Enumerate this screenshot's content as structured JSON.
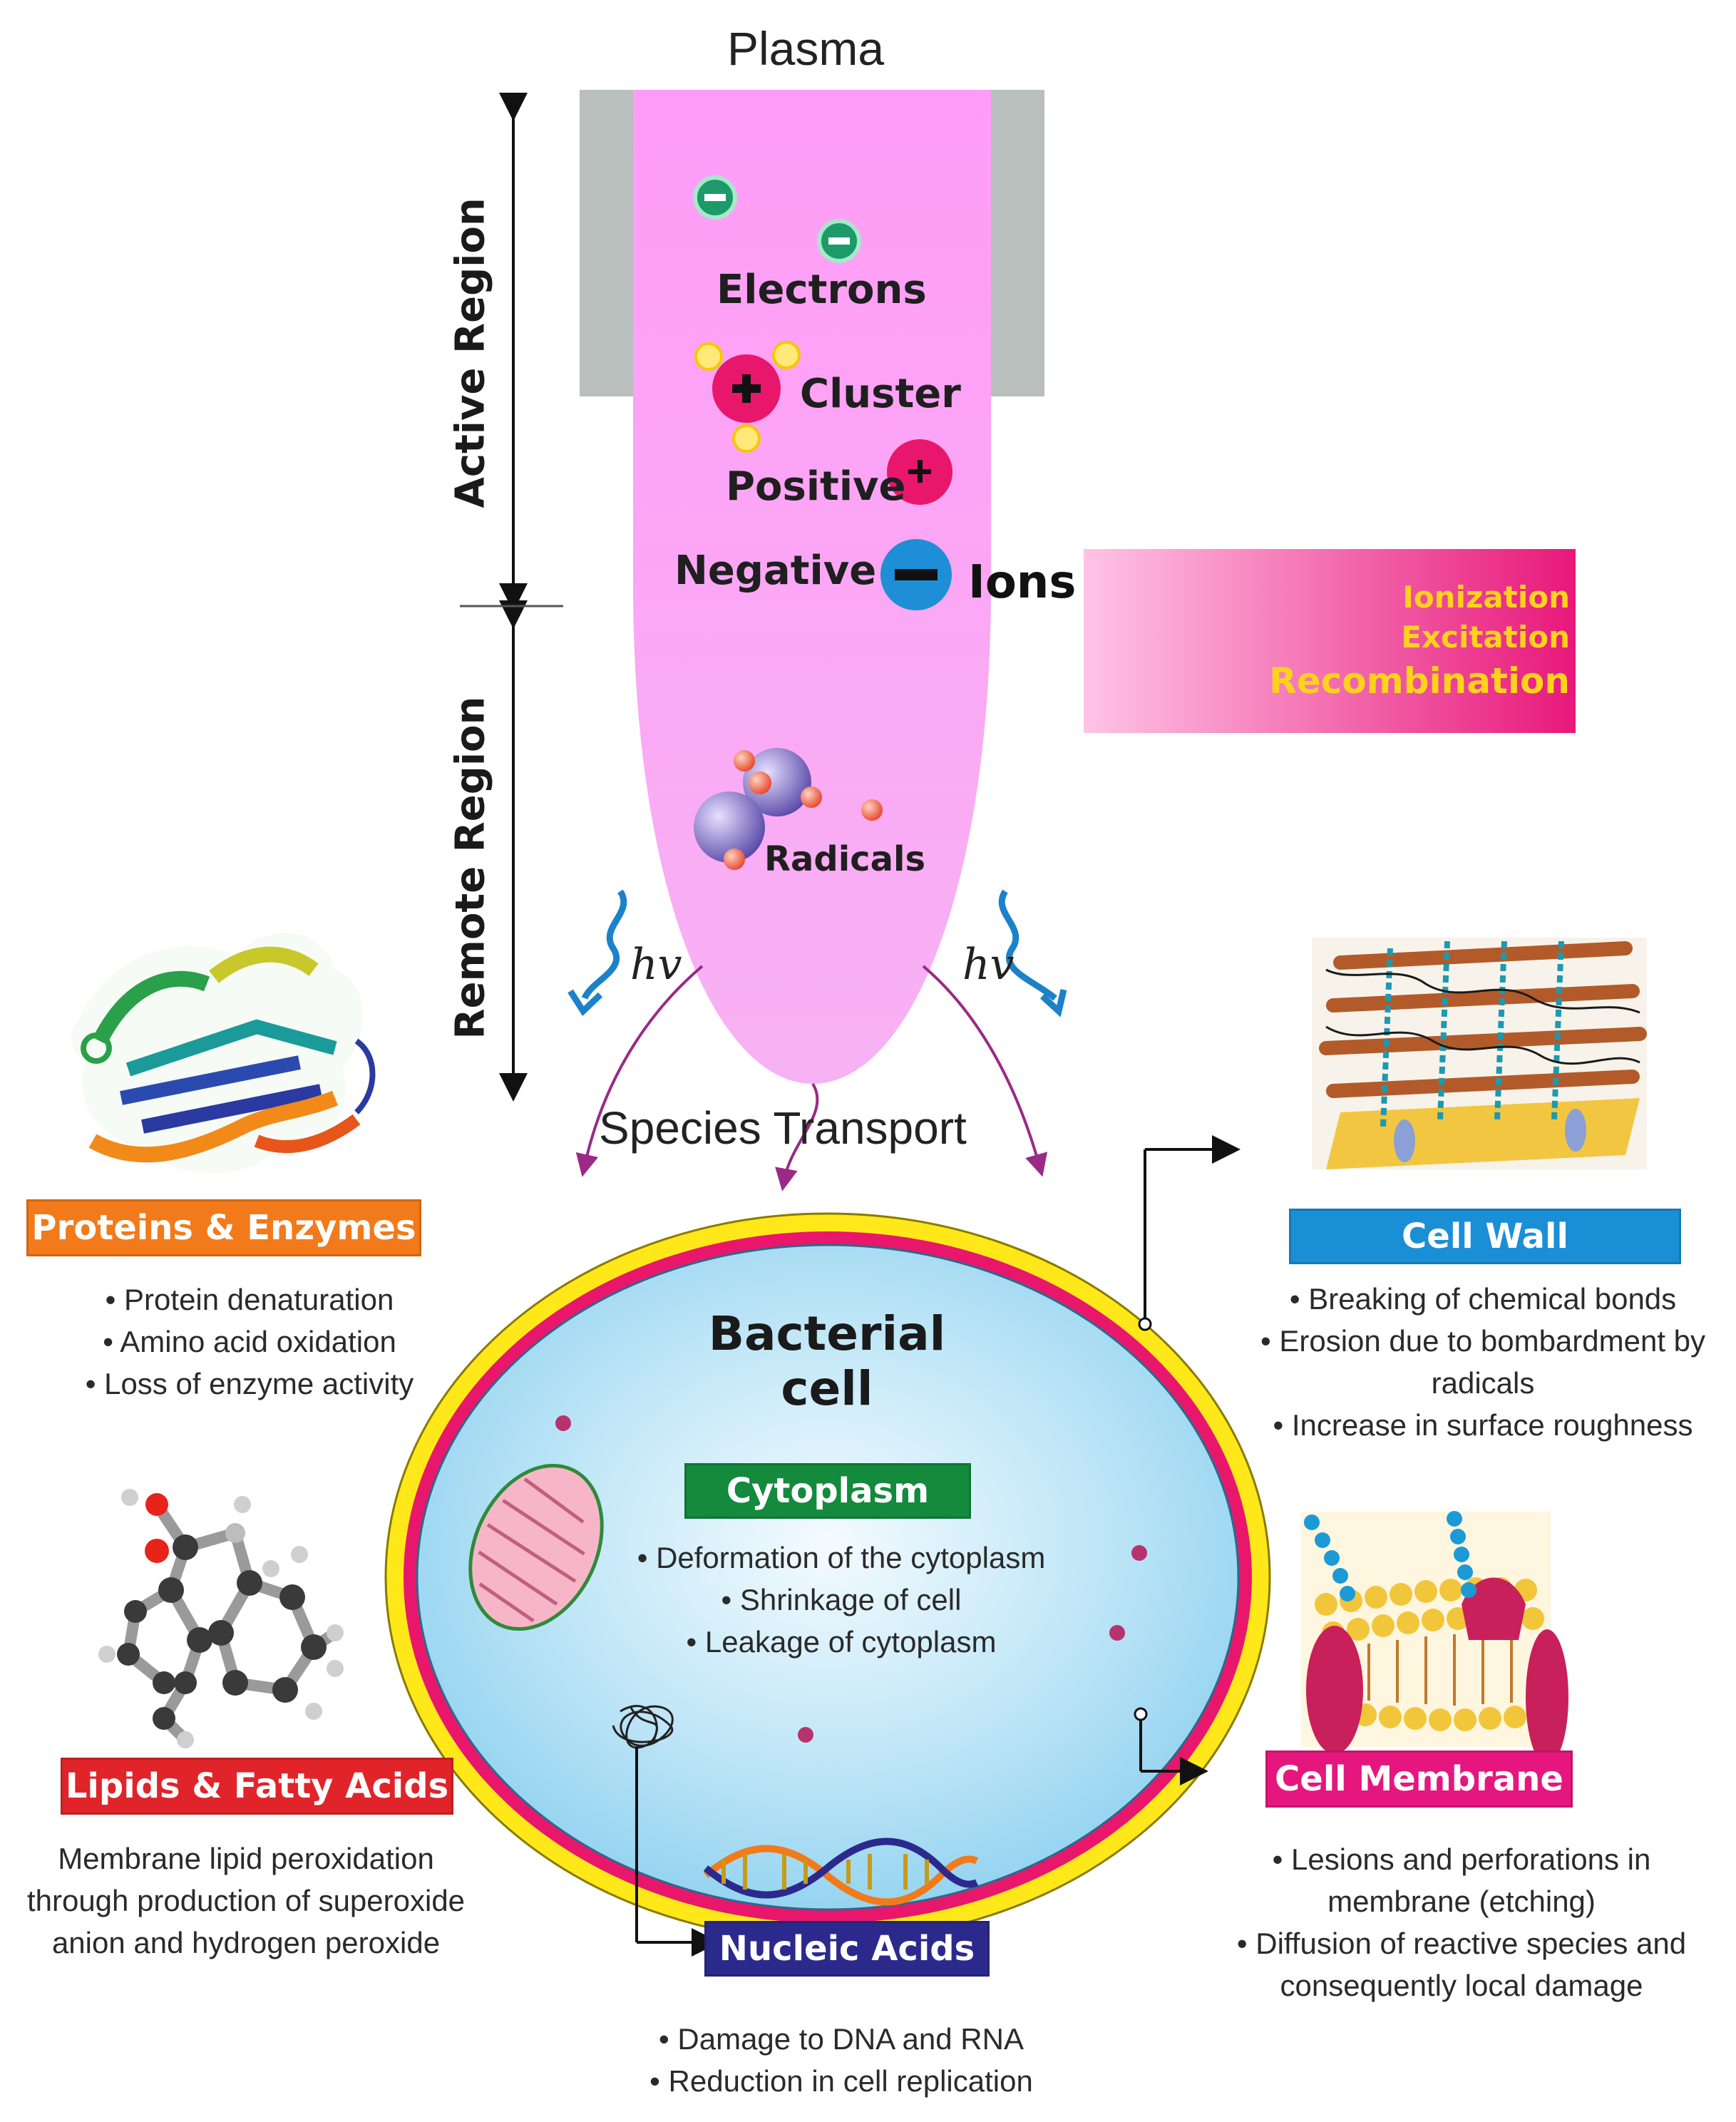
{
  "title": "Plasma",
  "regions": {
    "active": "Active Region",
    "remote": "Remote Region"
  },
  "plasma": {
    "electrons": "Electrons",
    "cluster": "Cluster",
    "positive": "Positive",
    "negative": "Negative",
    "ions": "Ions",
    "radicals": "Radicals",
    "hv_left": "hv",
    "hv_right": "hv",
    "species_transport": "Species Transport",
    "processes": [
      "Ionization",
      "Excitation",
      "Recombination"
    ]
  },
  "cell": {
    "title": "Bacterial cell",
    "cytoplasm_label": "Cytoplasm",
    "cytoplasm_effects": [
      "Deformation of the cytoplasm",
      "Shrinkage of cell",
      "Leakage of cytoplasm"
    ]
  },
  "proteins": {
    "label": "Proteins & Enzymes",
    "effects": [
      "Protein denaturation",
      "Amino acid oxidation",
      "Loss of enzyme activity"
    ]
  },
  "lipids": {
    "label": "Lipids & Fatty Acids",
    "text": [
      "Membrane lipid peroxidation",
      "through production of superoxide",
      "anion and hydrogen peroxide"
    ]
  },
  "nucleic": {
    "label": "Nucleic Acids",
    "effects": [
      "Damage to DNA and RNA",
      "Reduction in cell replication"
    ]
  },
  "cell_wall": {
    "label": "Cell Wall",
    "effects": [
      "Breaking of chemical bonds",
      "Erosion due to bombardment by radicals",
      "Increase in surface roughness"
    ]
  },
  "cell_membrane": {
    "label": "Cell Membrane",
    "effects": [
      "Lesions and perforations in membrane (etching)",
      "Diffusion of reactive species and consequently local damage"
    ]
  },
  "colors": {
    "plasma": "#f7a6f5",
    "electron": "#1e9a6a",
    "positive": "#e8176c",
    "negative": "#1e8fd6",
    "proteins_bar": "#f27a1a",
    "lipids_bar": "#e0242a",
    "nucleic_bar": "#2b2a8c",
    "cytoplasm_bar": "#138a3c",
    "cell_wall_bar": "#1b8fd6",
    "cell_membrane_bar": "#e5177e",
    "process_text": "#ffd21e"
  }
}
